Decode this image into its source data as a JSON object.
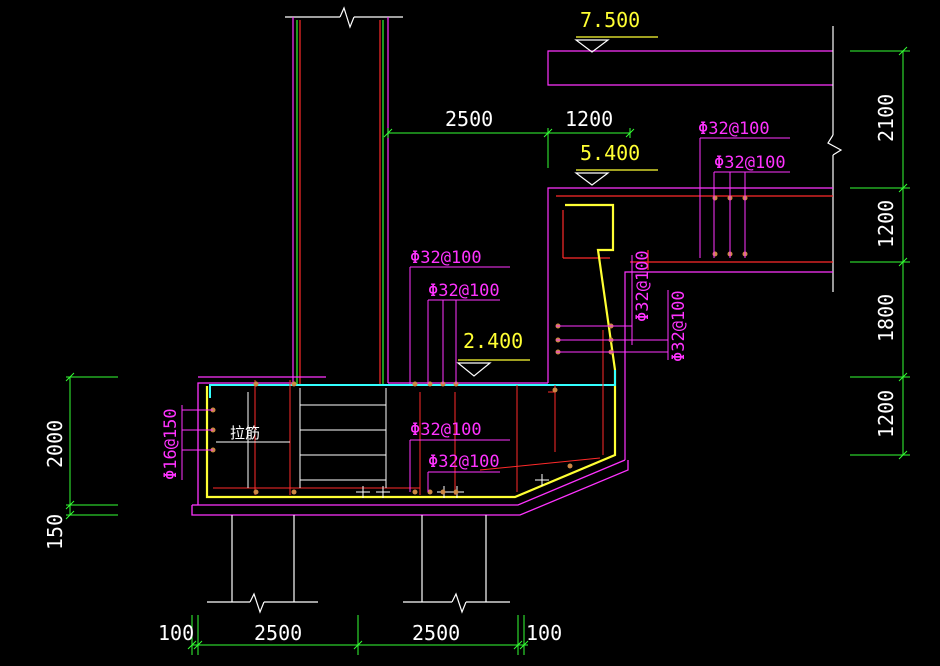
{
  "colors": {
    "background": "#000000",
    "concrete_outline": "#ff33ff",
    "rebar_main": "#ffff33",
    "rebar_red": "#ff2a2a",
    "rebar_cyan": "#33ffff",
    "dimension": "#33ff33",
    "text_white": "#ffffff",
    "text_yellow": "#ffff33",
    "text_magenta": "#ff33ff"
  },
  "elevations": {
    "top": "7.500",
    "middle": "5.400",
    "lower": "2.400"
  },
  "dimensions": {
    "top_span_left": "2500",
    "top_span_right": "1200",
    "right_1": "2100",
    "right_2": "1200",
    "right_3": "1800",
    "right_4": "1200",
    "left_height": "2000",
    "left_bottom": "150",
    "bottom_edge_left": "100",
    "bottom_span_left": "2500",
    "bottom_span_right": "2500",
    "bottom_edge_right": "100"
  },
  "rebar_labels": {
    "upper_right_1": "Φ32@100",
    "upper_right_2": "Φ32@100",
    "mid_1": "Φ32@100",
    "mid_2": "Φ32@100",
    "bottom_1": "Φ32@100",
    "bottom_2": "Φ32@100",
    "right_vertical_1": "Φ32@100",
    "right_vertical_2": "Φ32@100",
    "left_vertical": "Φ16@150"
  },
  "notes": {
    "tie_bar": "拉筋"
  }
}
